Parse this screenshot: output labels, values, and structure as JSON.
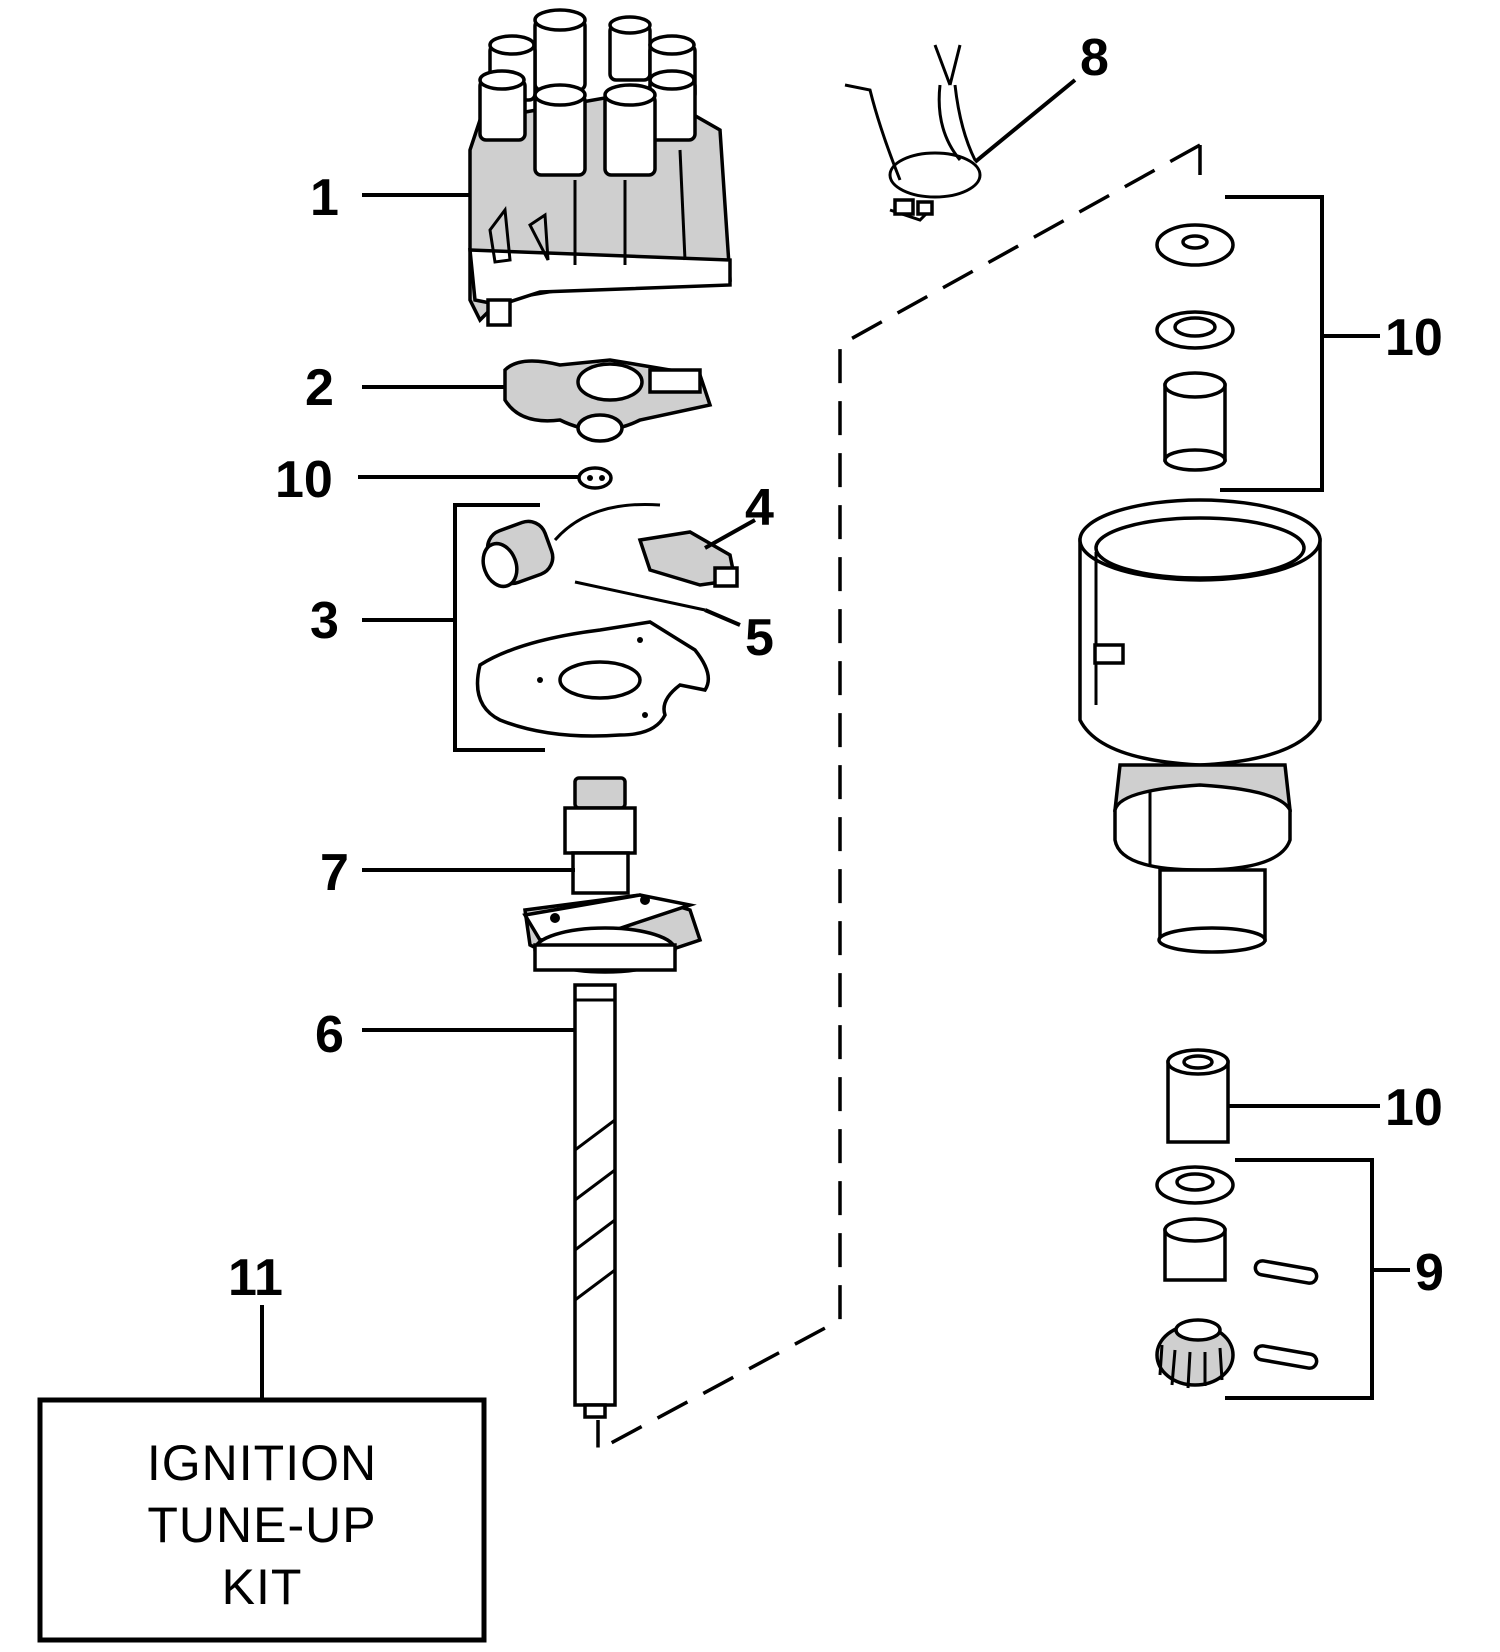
{
  "callouts": {
    "c1": "1",
    "c2": "2",
    "c10a": "10",
    "c3": "3",
    "c4": "4",
    "c5": "5",
    "c7": "7",
    "c6": "6",
    "c8": "8",
    "c10b": "10",
    "c10c": "10",
    "c9": "9",
    "c11": "11"
  },
  "kit": {
    "line1": "IGNITION",
    "line2": "TUNE-UP",
    "line3": "KIT"
  }
}
